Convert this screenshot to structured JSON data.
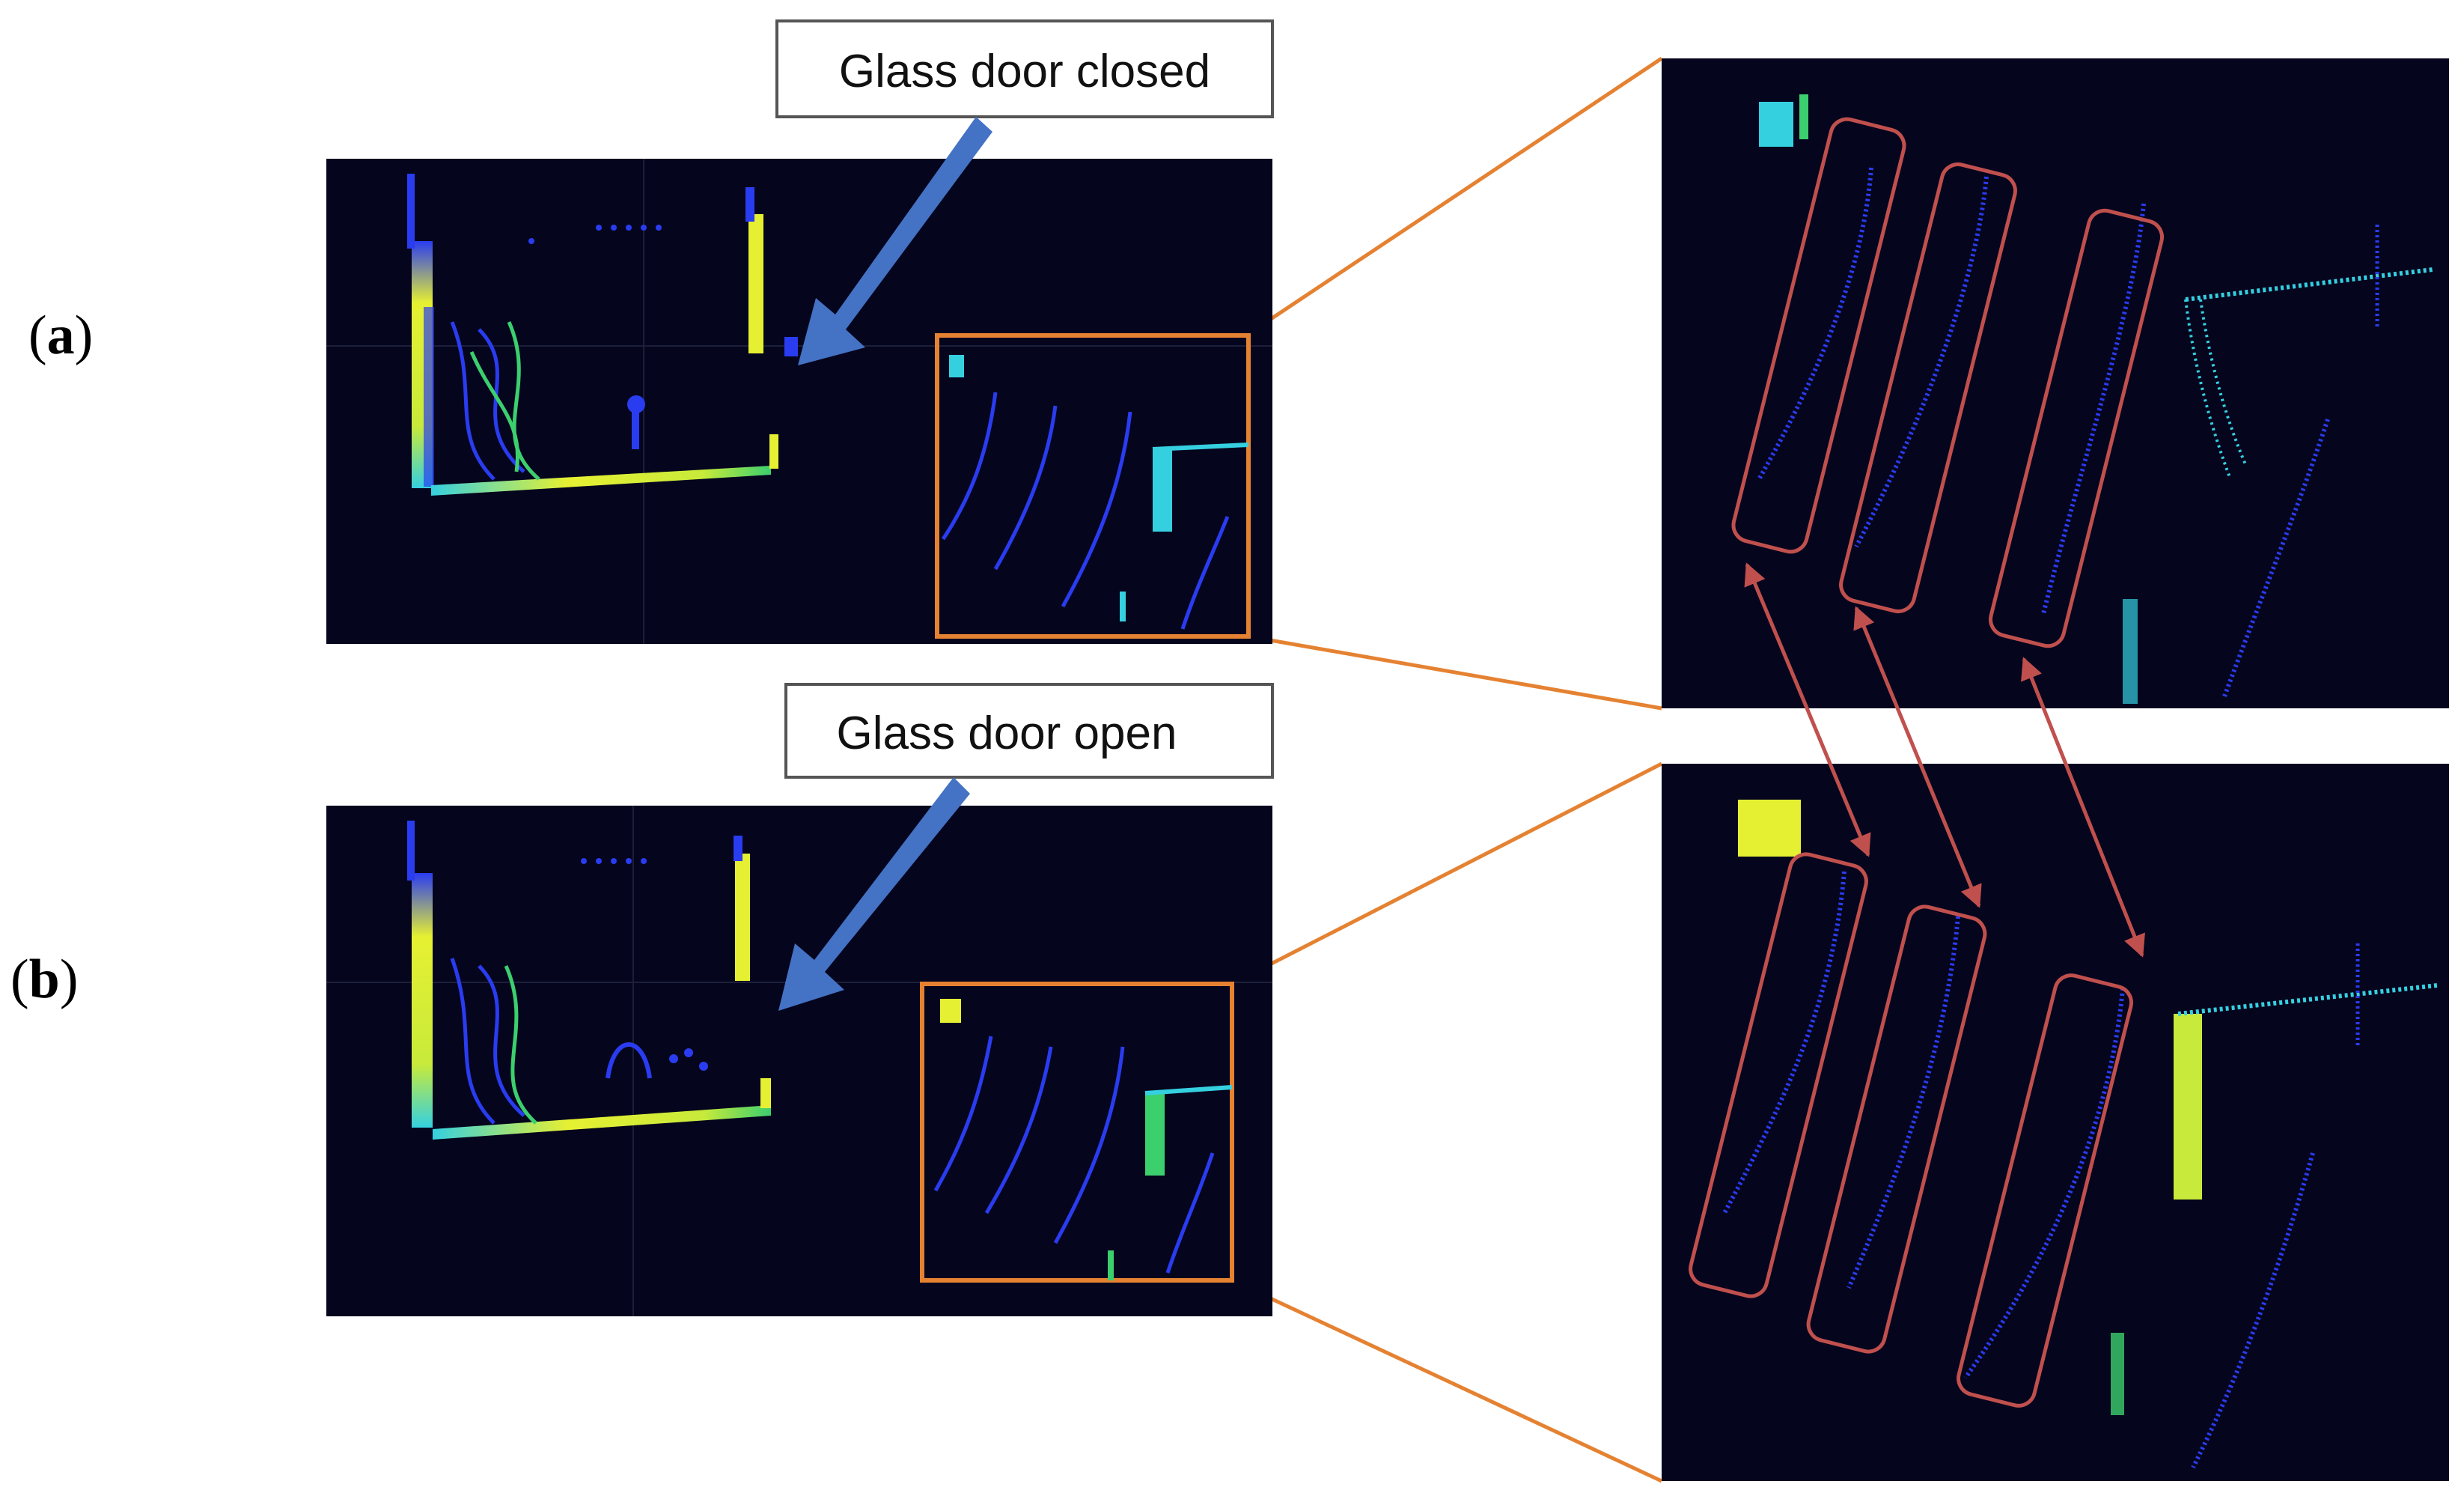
{
  "figure": {
    "panel_a": {
      "label_open": "(",
      "label_letter": "a",
      "label_close": ")",
      "callout": "Glass door closed"
    },
    "panel_b": {
      "label_open": "(",
      "label_letter": "b",
      "label_close": ")",
      "callout": "Glass door open"
    }
  },
  "colors": {
    "background": "#ffffff",
    "scan_background": "#05051e",
    "zoom_box": "#e58232",
    "callout_arrow": "#4472c4",
    "highlight": "#c0504d",
    "points_blue": "#2a3cf0",
    "points_yellow": "#e6f032",
    "points_green": "#3ccf6e",
    "points_cyan": "#35d0e0"
  }
}
